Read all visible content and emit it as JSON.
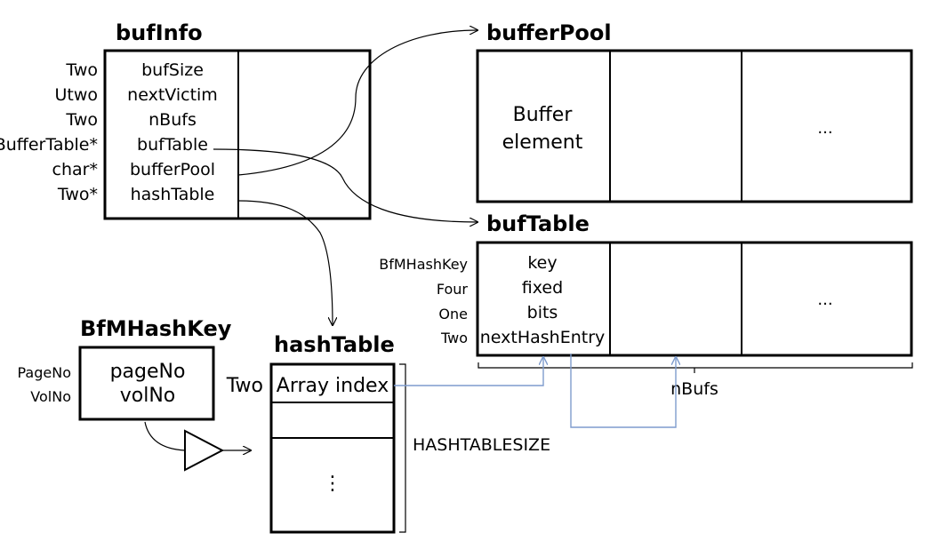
{
  "bufInfo": {
    "title": "bufInfo",
    "rows": [
      {
        "type": "Two",
        "field": "bufSize"
      },
      {
        "type": "Utwo",
        "field": "nextVictim"
      },
      {
        "type": "Two",
        "field": "nBufs"
      },
      {
        "type": "BufferTable*",
        "field": "bufTable"
      },
      {
        "type": "char*",
        "field": "bufferPool"
      },
      {
        "type": "Two*",
        "field": "hashTable"
      }
    ]
  },
  "bufferPool": {
    "title": "bufferPool",
    "cell1_line1": "Buffer",
    "cell1_line2": "element",
    "ellipsis": "..."
  },
  "bufTable": {
    "title": "bufTable",
    "rows": [
      {
        "type": "BfMHashKey",
        "field": "key"
      },
      {
        "type": "Four",
        "field": "fixed"
      },
      {
        "type": "One",
        "field": "bits"
      },
      {
        "type": "Two",
        "field": "nextHashEntry"
      }
    ],
    "ellipsis": "...",
    "span_label": "nBufs"
  },
  "bfmHashKey": {
    "title": "BfMHashKey",
    "rows": [
      {
        "type": "PageNo",
        "field": "pageNo"
      },
      {
        "type": "VolNo",
        "field": "volNo"
      }
    ]
  },
  "hashTable": {
    "title": "hashTable",
    "type_label": "Two",
    "first_cell": "Array index",
    "ellipsis": "⋮",
    "size_label": "HASHTABLESIZE"
  },
  "colors": {
    "link": "#7f9ccd",
    "stroke": "#000000"
  }
}
